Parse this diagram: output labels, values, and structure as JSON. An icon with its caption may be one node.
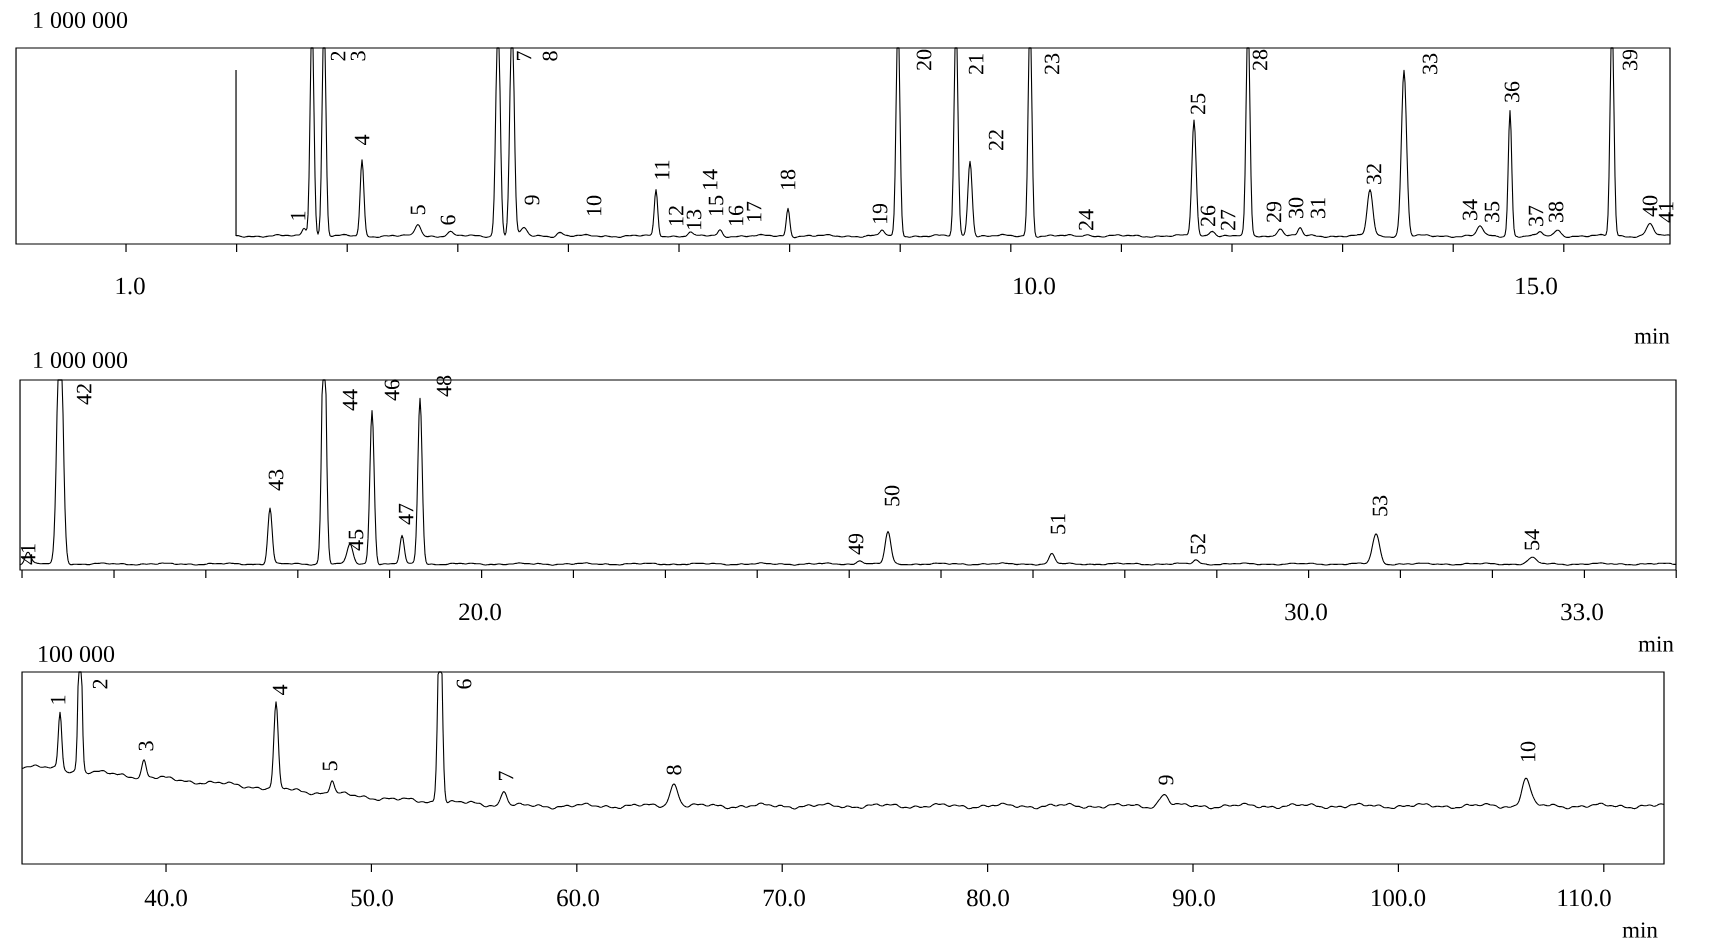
{
  "diagram": {
    "labels": [
      "1 000 000",
      "1",
      "2",
      "3",
      "4",
      "5",
      "6",
      "7",
      "8",
      "9",
      "10",
      "11",
      "12",
      "13",
      "14",
      "15",
      "16",
      "17",
      "18",
      "19",
      "20",
      "21",
      "22",
      "23",
      "24",
      "25",
      "26",
      "27",
      "28",
      "29",
      "30",
      "31",
      "32",
      "33",
      "34",
      "35",
      "36",
      "37",
      "38",
      "39",
      "40",
      "41",
      "1.0",
      "10.0",
      "15.0",
      "min",
      "1 000 000",
      "41",
      "42",
      "43",
      "44",
      "45",
      "46",
      "47",
      "48",
      "49",
      "50",
      "51",
      "52",
      "53",
      "54",
      "20.0",
      "30.0",
      "33.0",
      "min",
      "100 000",
      "1",
      "2",
      "3",
      "4",
      "5",
      "6",
      "7",
      "8",
      "9",
      "10",
      "40.0",
      "50.0",
      "60.0",
      "70.0",
      "80.0",
      "90.0",
      "100.0",
      "110.0",
      "min"
    ]
  }
}
